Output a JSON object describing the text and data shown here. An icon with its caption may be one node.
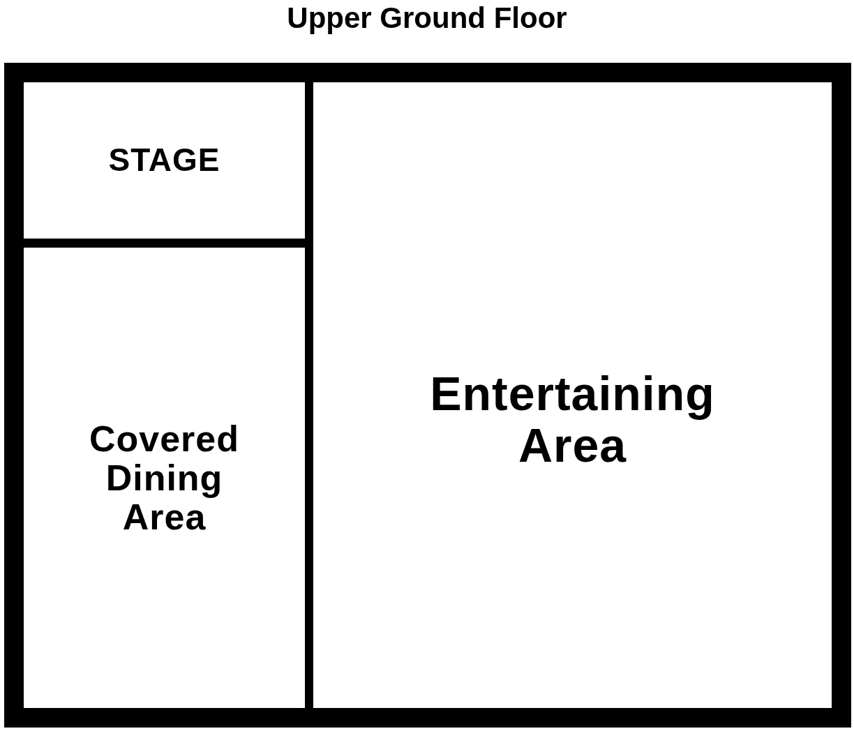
{
  "diagram": {
    "title": "Upper Ground Floor",
    "nodes": [
      {
        "text": [
          "STAGE"
        ]
      },
      {
        "text": [
          "Covered Dining Area"
        ]
      },
      {
        "text": [
          "Entertaining Area"
        ]
      }
    ]
  }
}
